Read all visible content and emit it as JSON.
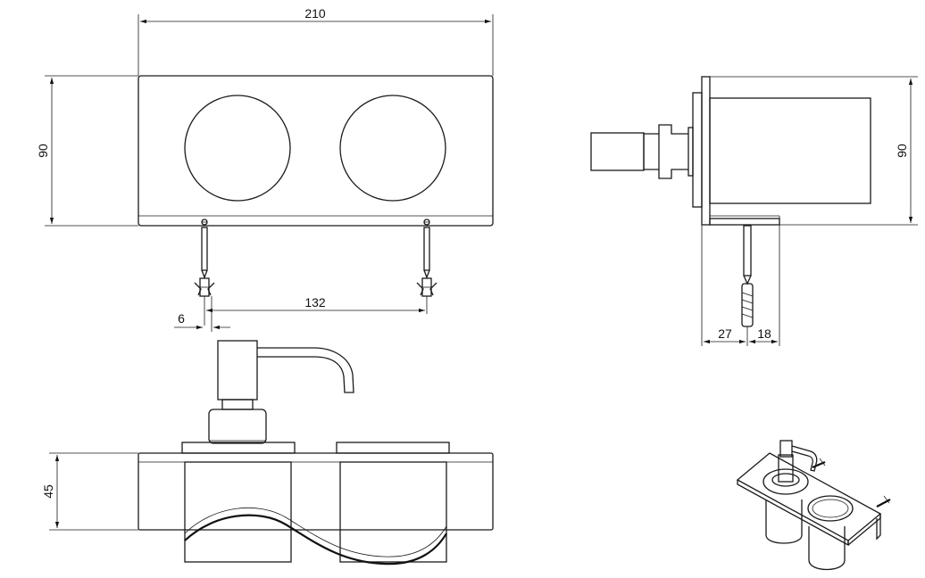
{
  "dimensions": {
    "width_top": "210",
    "height_front": "90",
    "anchor_spacing": "132",
    "anchor_offset": "6",
    "height_side": "90",
    "depth_wall": "27",
    "depth_front": "18",
    "height_bottom": "45"
  }
}
